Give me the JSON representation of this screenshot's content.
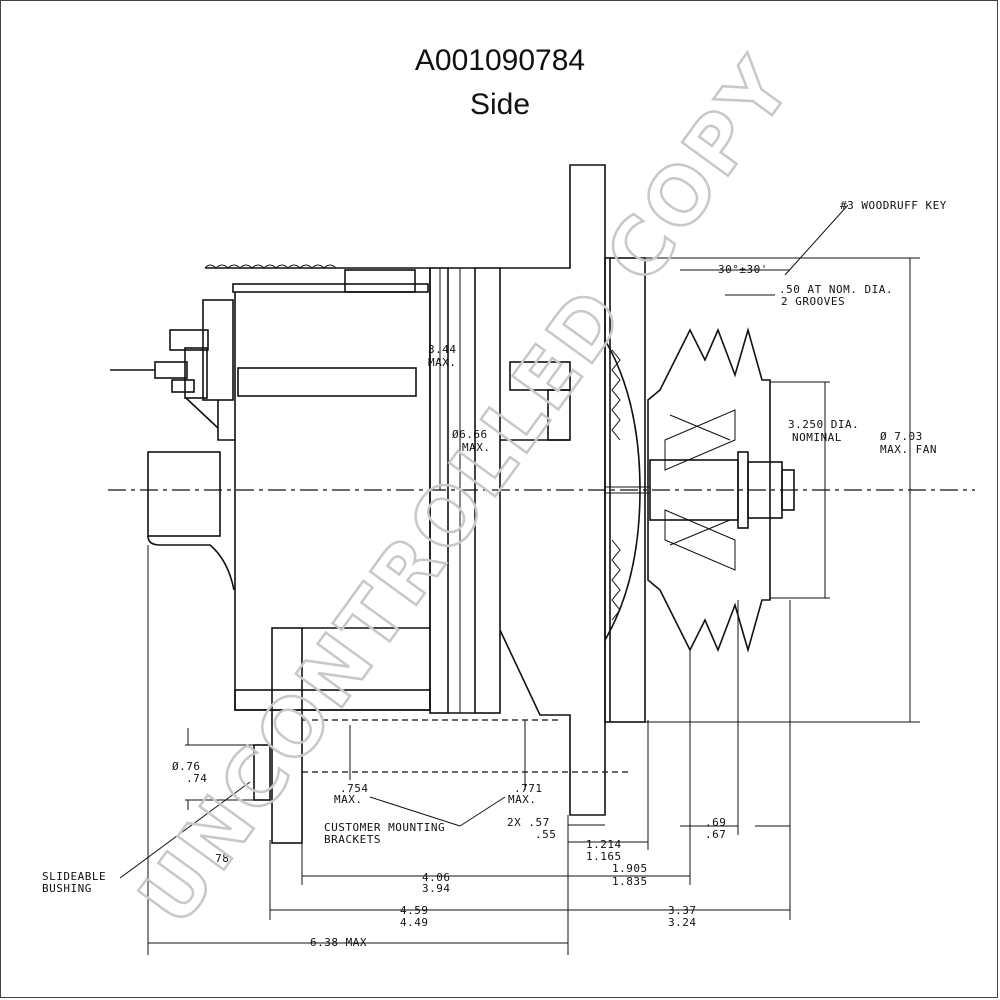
{
  "header": {
    "part_number": "A001090784",
    "view": "Side"
  },
  "watermark": "UNCONTROLLED COPY",
  "dimensions": {
    "woodruff_key": "#3 WOODRUFF KEY",
    "angle": "30°±30'",
    "grooves_1": ".50 AT NOM. DIA.",
    "grooves_2": "2 GROOVES",
    "max_344_a": "3.44",
    "max_344_b": "MAX.",
    "dia_666_a": "Ø6.66",
    "dia_666_b": "MAX.",
    "pulley_dia_a": "3.250 DIA.",
    "pulley_dia_b": "NOMINAL",
    "fan_dia_a": "Ø 7.03",
    "fan_dia_b": "MAX. FAN",
    "bore_a": "Ø.76",
    "bore_b": ".74",
    "br_754_a": ".754",
    "br_754_b": "MAX.",
    "br_771_a": ".771",
    "br_771_b": "MAX.",
    "brackets_1": "CUSTOMER MOUNTING",
    "brackets_2": "BRACKETS",
    "two_x_a": "2X .57",
    "two_x_b": ".55",
    "d_1214_a": "1.214",
    "d_1214_b": "1.165",
    "d_69_a": ".69",
    "d_69_b": ".67",
    "d_1905_a": "1.905",
    "d_1905_b": "1.835",
    "d_406_a": "4.06",
    "d_406_b": "3.94",
    "d_459_a": "4.59",
    "d_459_b": "4.49",
    "d_337_a": "3.37",
    "d_337_b": "3.24",
    "d_638": "6.38 MAX",
    "bushing_1": "SLIDEABLE",
    "bushing_2": "BUSHING",
    "frag_78": ".78"
  }
}
